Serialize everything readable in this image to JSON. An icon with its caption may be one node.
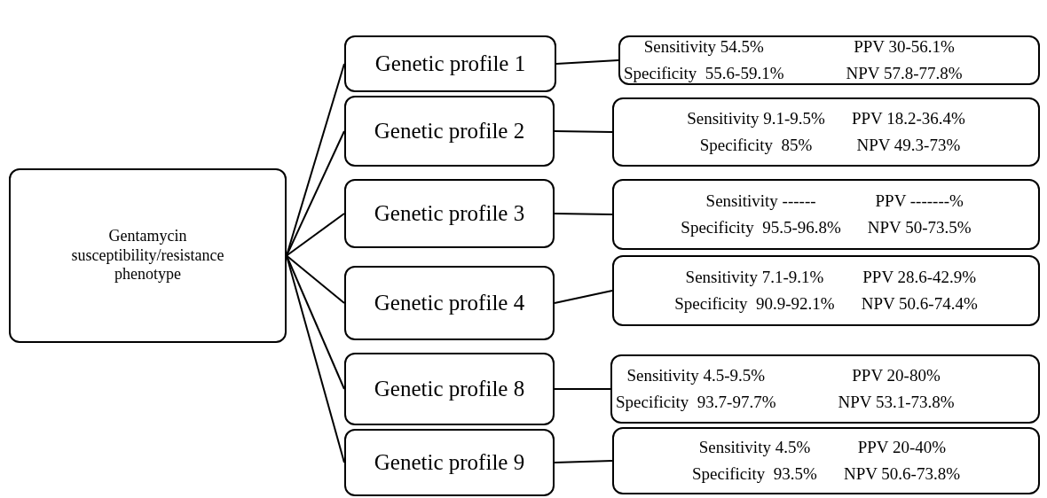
{
  "diagram": {
    "nodes": [
      {
        "text": [
          "Gentamycin susceptibility/resistance phenotype"
        ]
      },
      {
        "text": [
          "Genetic profile 1"
        ]
      },
      {
        "text": [
          "Sensitivity 54.5%",
          "PPV 30-56.1%",
          "Specificity  55.6-59.1%",
          "NPV 57.8-77.8%"
        ]
      },
      {
        "text": [
          "Genetic profile 2"
        ]
      },
      {
        "text": [
          "Sensitivity 9.1-9.5%",
          "PPV 18.2-36.4%",
          "Specificity  85%",
          "NPV 49.3-73%"
        ]
      },
      {
        "text": [
          "Genetic profile 3"
        ]
      },
      {
        "text": [
          "Sensitivity ------",
          "PPV -------%",
          "Specificity  95.5-96.8%",
          "NPV 50-73.5%"
        ]
      },
      {
        "text": [
          "Genetic profile 4"
        ]
      },
      {
        "text": [
          "Sensitivity 7.1-9.1%",
          "PPV 28.6-42.9%",
          "Specificity  90.9-92.1%",
          "NPV 50.6-74.4%"
        ]
      },
      {
        "text": [
          "Genetic profile 8"
        ]
      },
      {
        "text": [
          "Sensitivity 4.5-9.5%",
          "PPV 20-80%",
          "Specificity  93.7-97.7%",
          "NPV 53.1-73.8%"
        ]
      },
      {
        "text": [
          "Genetic profile 9"
        ]
      },
      {
        "text": [
          "Sensitivity 4.5%",
          "PPV 20-40%",
          "Specificity  93.5%",
          "NPV 50.6-73.8%"
        ]
      }
    ],
    "edges": [
      {
        "from": 0,
        "to": 1,
        "arrow": "none"
      },
      {
        "from": 0,
        "to": 3,
        "arrow": "none"
      },
      {
        "from": 0,
        "to": 5,
        "arrow": "none"
      },
      {
        "from": 0,
        "to": 7,
        "arrow": "none"
      },
      {
        "from": 0,
        "to": 9,
        "arrow": "none"
      },
      {
        "from": 0,
        "to": 11,
        "arrow": "none"
      },
      {
        "from": 1,
        "to": 2,
        "arrow": "none"
      },
      {
        "from": 3,
        "to": 4,
        "arrow": "none"
      },
      {
        "from": 5,
        "to": 6,
        "arrow": "none"
      },
      {
        "from": 7,
        "to": 8,
        "arrow": "none"
      },
      {
        "from": 9,
        "to": 10,
        "arrow": "none"
      },
      {
        "from": 11,
        "to": 12,
        "arrow": "none"
      }
    ]
  }
}
